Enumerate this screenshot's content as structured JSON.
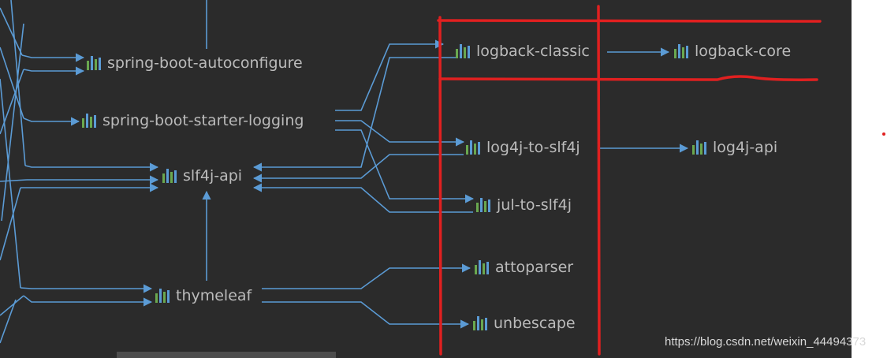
{
  "nodes": {
    "spring_boot_autoconfigure": "spring-boot-autoconfigure",
    "spring_boot_starter_logging": "spring-boot-starter-logging",
    "slf4j_api": "slf4j-api",
    "thymeleaf": "thymeleaf",
    "logback_classic": "logback-classic",
    "logback_core": "logback-core",
    "log4j_to_slf4j": "log4j-to-slf4j",
    "log4j_api": "log4j-api",
    "jul_to_slf4j": "jul-to-slf4j",
    "attoparser": "attoparser",
    "unbescape": "unbescape"
  },
  "watermark": "https://blog.csdn.net/weixin_44494373",
  "colors": {
    "background": "#2b2b2b",
    "edge": "#5b9bd5",
    "text": "#bbbbbb",
    "annotation": "#e02020",
    "icon_green": "#6aa84f",
    "icon_blue": "#5b9bd5"
  }
}
